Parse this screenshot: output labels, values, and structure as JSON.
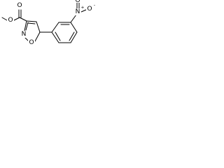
{
  "molecule": {
    "atoms": [
      {
        "id": "o_ester",
        "symbol": "O"
      },
      {
        "id": "o_carbonyl",
        "symbol": "O"
      },
      {
        "id": "n_ring",
        "symbol": "N"
      },
      {
        "id": "o_ring",
        "symbol": "O"
      },
      {
        "id": "n_nitro",
        "symbol": "N",
        "charge": "+"
      },
      {
        "id": "o_nitro_a",
        "symbol": "O",
        "charge": "-"
      },
      {
        "id": "o_nitro_b",
        "symbol": "O"
      }
    ],
    "colors": {
      "bond": "#000000",
      "text": "#000000",
      "background": "#ffffff"
    }
  }
}
